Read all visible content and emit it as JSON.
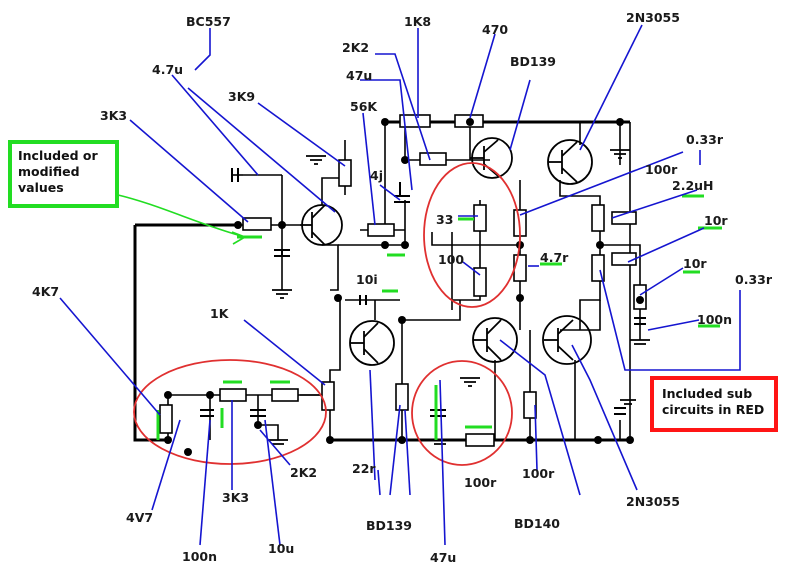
{
  "notes": {
    "green_box": "Included or modified values",
    "red_box": "Included sub circuits in RED"
  },
  "labels": {
    "bc557": "BC557",
    "c_4u7_in": "4.7u",
    "r_3k3_top": "3K3",
    "r_3k9": "3K9",
    "r_1k8": "1K8",
    "r_2k2_top": "2K2",
    "c_47u_top": "47u",
    "r_470": "470",
    "r_56k": "56K",
    "bd139_top": "BD139",
    "q_2n3055_top": "2N3055",
    "r_0_33_top": "0.33r",
    "c_4j": "4j",
    "r_33": "33",
    "r_100_top": "100r",
    "l_2_2uh": "2.2uH",
    "r_10_a": "10r",
    "r_100_mid": "100",
    "r_4_7": "4.7r",
    "r_10_b": "10r",
    "r_0_33_mid": "0.33r",
    "c_10i": "10i",
    "c_100n_right": "100n",
    "r_4k7": "4K7",
    "r_1k": "1K",
    "z_4v7": "4V7",
    "r_3k3_bot": "3K3",
    "r_2k2_bot": "2K2",
    "r_22": "22r",
    "bd139_bot": "BD139",
    "c_47u_bot": "47u",
    "r_100_bot": "100r",
    "r_100_bot2": "100r",
    "bd140": "BD140",
    "q_2n3055_bot": "2N3055",
    "c_100n_bot": "100n",
    "c_10u": "10u"
  }
}
